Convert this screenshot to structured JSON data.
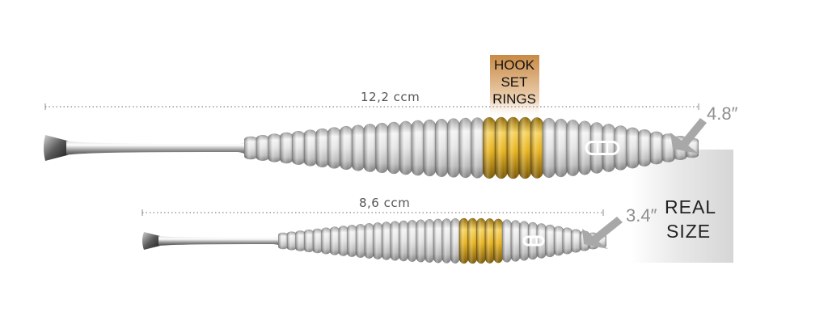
{
  "large_lure": {
    "length_cm": "12,2 ccm",
    "length_in": "4.8″"
  },
  "small_lure": {
    "length_cm": "8,6 ccm",
    "length_in": "3.4″"
  },
  "hook_set": {
    "line1": "HOOK",
    "line2": "SET",
    "line3": "RINGS"
  },
  "real_size": {
    "line1": "REAL",
    "line2": "SIZE"
  },
  "colors": {
    "ring_gold": "#e6b21c",
    "hook_band": "#d9a873",
    "body_silver": "#d8d8d8",
    "arrow_gray": "#a8a8a8"
  }
}
